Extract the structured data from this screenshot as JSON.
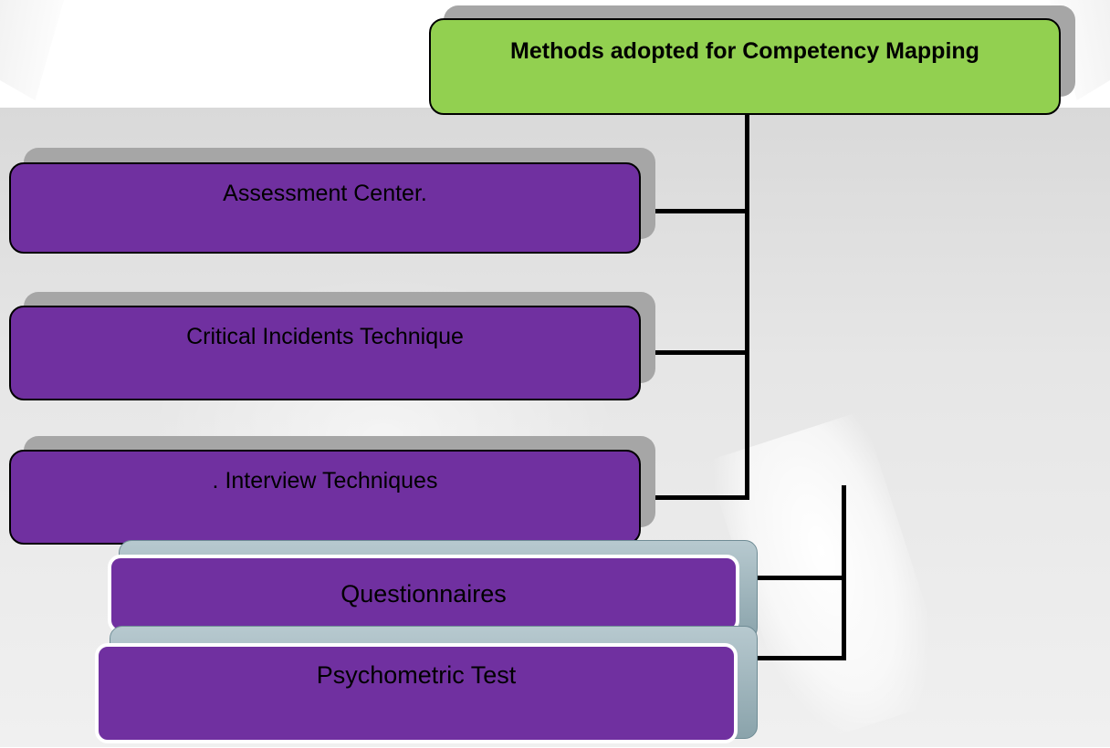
{
  "diagram": {
    "root": {
      "label": "Methods adopted for Competency Mapping"
    },
    "methods": [
      {
        "label": "Assessment Center."
      },
      {
        "label": "Critical Incidents Technique"
      },
      {
        "label": ". Interview Techniques"
      },
      {
        "label": "Questionnaires"
      },
      {
        "label": "Psychometric Test"
      }
    ],
    "colors": {
      "root_fill": "#92d050",
      "method_fill": "#7030a0",
      "connector": "#000000",
      "shadow": "#a6a6a6"
    }
  }
}
